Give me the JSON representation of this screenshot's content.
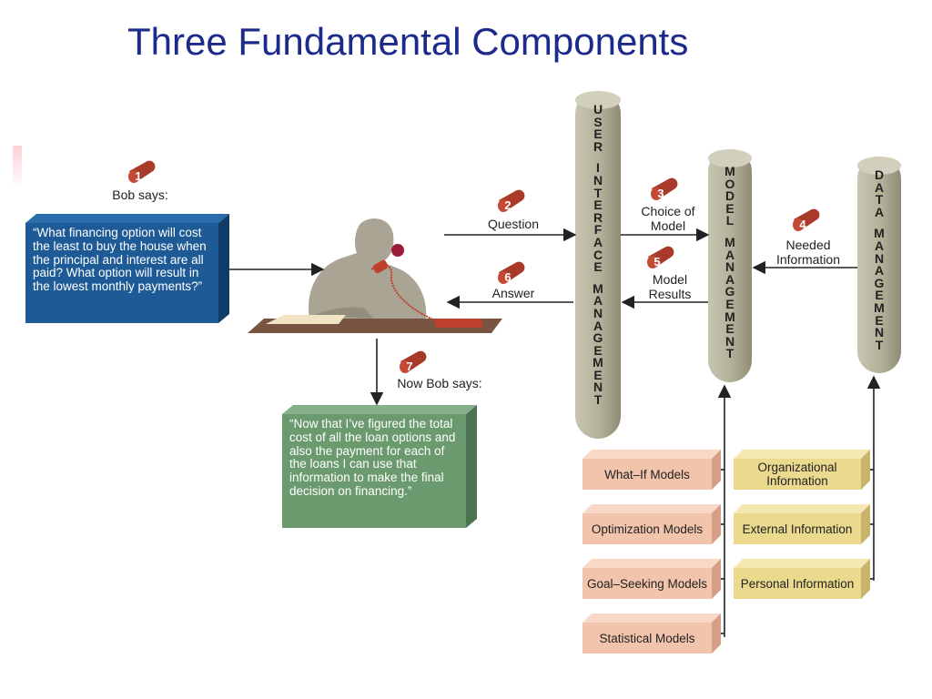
{
  "title": "Three Fundamental Components",
  "steps": {
    "s1": {
      "num": "1",
      "label": "Bob says:"
    },
    "s2": {
      "num": "2",
      "label": "Question"
    },
    "s3": {
      "num": "3",
      "label": "Choice of Model"
    },
    "s4": {
      "num": "4",
      "label": "Needed Information"
    },
    "s5": {
      "num": "5",
      "label": "Model Results"
    },
    "s6": {
      "num": "6",
      "label": "Answer"
    },
    "s7": {
      "num": "7",
      "label": "Now Bob says:"
    }
  },
  "bob_question": "“What financing option will cost the least to buy the house when the principal and interest are all paid? What option will result in the lowest monthly payments?”",
  "bob_answer": "“Now that I’ve figured the total cost of all the loan options and also the payment for each of the loans I can use that information to make the final decision on financing.”",
  "pillars": {
    "user_interface": "USER INTERFACE MANAGEMENT",
    "model": "MODEL MANAGEMENT",
    "data": "DATA MANAGEMENT"
  },
  "models": [
    "What–If Models",
    "Optimization Models",
    "Goal–Seeking Models",
    "Statistical Models"
  ],
  "information": [
    "Organizational Information",
    "External Information",
    "Personal Information"
  ],
  "colors": {
    "title": "#1c2a8c",
    "question_box": "#1d5a96",
    "answer_box": "#6a9a6e",
    "model_box": "#f2c4ac",
    "info_box": "#ebd98e",
    "pillar": "#b3b099",
    "badge": "#a93a2a"
  }
}
